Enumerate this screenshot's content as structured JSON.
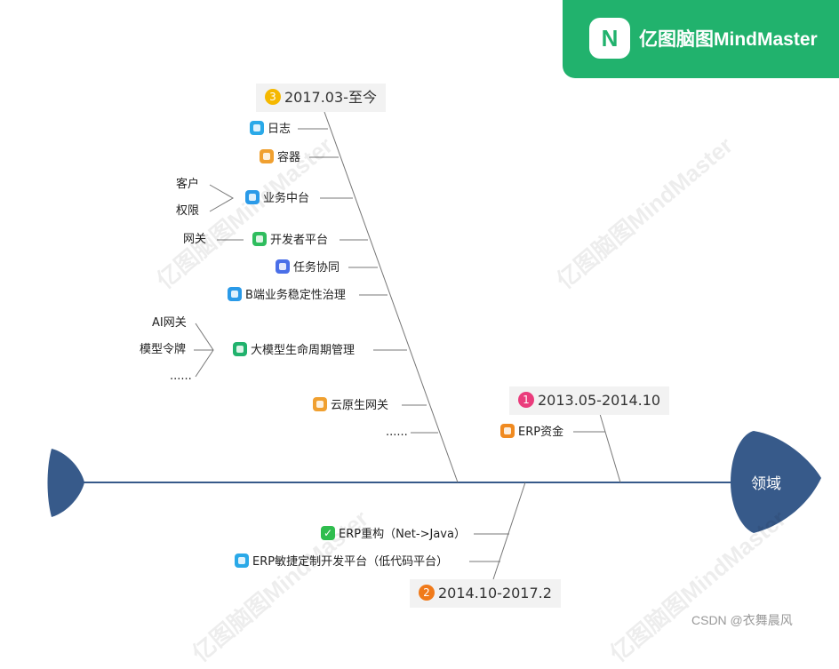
{
  "brand": {
    "name": "亿图脑图MindMaster",
    "mark": "N",
    "color": "#21b26d"
  },
  "watermark": "亿图脑图MindMaster",
  "credit": "CSDN @衣舞晨风",
  "diagram": {
    "head_label": "领域",
    "spine_color": "#375a8a",
    "periods": [
      {
        "num": "3",
        "label": "2017.03-至今",
        "badge_color": "#f5b800"
      },
      {
        "num": "1",
        "label": "2013.05-2014.10",
        "badge_color": "#ea3c7c"
      },
      {
        "num": "2",
        "label": "2014.10-2017.2",
        "badge_color": "#f07a1a"
      }
    ],
    "branch3_items": [
      {
        "label": "日志",
        "icon": "search-icon",
        "color": "#2aa9e8"
      },
      {
        "label": "容器",
        "icon": "box-icon",
        "color": "#f0a030"
      },
      {
        "label": "业务中台",
        "icon": "bar-chart-icon",
        "color": "#2a9ae8",
        "subs": [
          "客户",
          "权限"
        ]
      },
      {
        "label": "开发者平台",
        "icon": "person-icon",
        "color": "#2fbd5e",
        "subs": [
          "网关"
        ]
      },
      {
        "label": "任务协同",
        "icon": "document-icon",
        "color": "#4a6fe8"
      },
      {
        "label": "B端业务稳定性治理",
        "icon": "bar-chart-icon",
        "color": "#2a9ae8"
      },
      {
        "label": "大模型生命周期管理",
        "icon": "mindmaster-icon",
        "color": "#21b26d",
        "subs": [
          "AI网关",
          "模型令牌",
          "......"
        ]
      },
      {
        "label": "云原生网关",
        "icon": "box-icon",
        "color": "#f0a030"
      },
      {
        "label": "......",
        "icon": "",
        "color": ""
      }
    ],
    "branch1_items": [
      {
        "label": "ERP资金",
        "icon": "coin-icon",
        "color": "#f08a20"
      }
    ],
    "branch2_items": [
      {
        "label": "ERP重构（Net->Java）",
        "icon": "check-icon",
        "color": "#2fbd4e"
      },
      {
        "label": "ERP敏捷定制开发平台（低代码平台）",
        "icon": "gear-icon",
        "color": "#2aa9e8"
      }
    ]
  }
}
